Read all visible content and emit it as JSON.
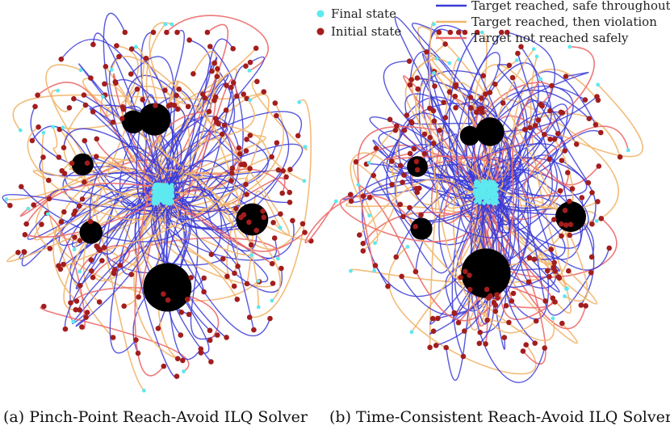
{
  "legend": {
    "final_label": "Final state",
    "initial_label": "Initial state",
    "safe_label": "Target reached, safe throughout",
    "violation_label": "Target reached, then violation",
    "fail_label": "Target not reached safely"
  },
  "colors": {
    "final": "#5ee8f0",
    "initial": "#a31d1d",
    "safe": "#3a3ad8",
    "violation": "#f2b56b",
    "fail": "#ec6a6a",
    "obstacle": "#000000"
  },
  "chart_data": [
    {
      "type": "scatter",
      "caption": "(a) Pinch-Point Reach-Avoid ILQ Solver",
      "target": [
        0.0,
        0.0
      ],
      "obstacles": [
        {
          "x": 0.05,
          "y": -1.1,
          "r": 0.42
        },
        {
          "x": 1.05,
          "y": -0.3,
          "r": 0.28
        },
        {
          "x": -0.85,
          "y": -0.45,
          "r": 0.2
        },
        {
          "x": -0.1,
          "y": 0.88,
          "r": 0.28
        },
        {
          "x": -0.35,
          "y": 0.85,
          "r": 0.2
        },
        {
          "x": -0.95,
          "y": 0.35,
          "r": 0.19
        }
      ],
      "trajectory_counts": {
        "safe": 120,
        "violation": 70,
        "fail": 25
      }
    },
    {
      "type": "scatter",
      "caption": "(b) Time-Consistent Reach-Avoid ILQ Solver",
      "target": [
        0.0,
        0.0
      ],
      "obstacles": [
        {
          "x": 0.0,
          "y": -1.0,
          "r": 0.45
        },
        {
          "x": 1.05,
          "y": -0.3,
          "r": 0.28
        },
        {
          "x": -0.8,
          "y": -0.45,
          "r": 0.2
        },
        {
          "x": 0.05,
          "y": 0.75,
          "r": 0.26
        },
        {
          "x": -0.2,
          "y": 0.7,
          "r": 0.18
        },
        {
          "x": -0.85,
          "y": 0.32,
          "r": 0.19
        }
      ],
      "trajectory_counts": {
        "safe": 120,
        "violation": 40,
        "fail": 30
      }
    }
  ]
}
